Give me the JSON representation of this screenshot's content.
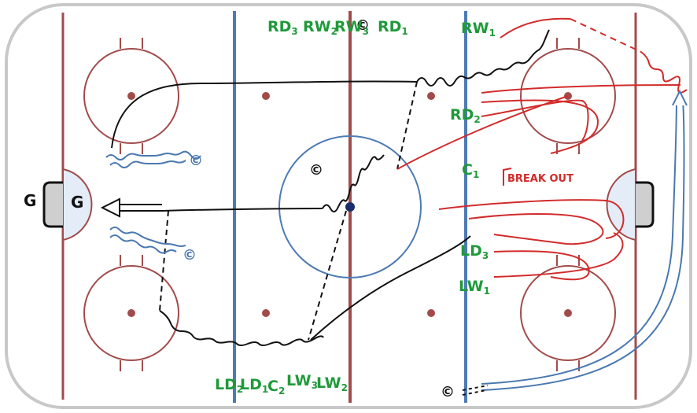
{
  "diagram": {
    "labels": {
      "rd3": {
        "base": "RD",
        "sub": "3"
      },
      "rw2": {
        "base": "RW",
        "sub": "2"
      },
      "rw3": {
        "base": "RW",
        "sub": "3"
      },
      "rd1": {
        "base": "RD",
        "sub": "1"
      },
      "rw1": {
        "base": "RW",
        "sub": "1"
      },
      "rd2": {
        "base": "RD",
        "sub": "2"
      },
      "c1": {
        "base": "C",
        "sub": "1"
      },
      "ld3": {
        "base": "LD",
        "sub": "3"
      },
      "lw1": {
        "base": "LW",
        "sub": "1"
      },
      "ld2": {
        "base": "LD",
        "sub": "2"
      },
      "ld1": {
        "base": "LD",
        "sub": "1"
      },
      "c2": {
        "base": "C",
        "sub": "2"
      },
      "lw3": {
        "base": "LW",
        "sub": "3"
      },
      "lw2": {
        "base": "LW",
        "sub": "2"
      }
    },
    "coach_symbol": "©",
    "goalie_left_outside": "G",
    "goalie_left_crease": "G",
    "breakout_label": "BREAK OUT",
    "colors": {
      "player_label": "#1f9a3a",
      "red_lines": "#d22b2b",
      "blue_lines": "#4a78b0",
      "rink_red": "#a24b4b",
      "rink_blue": "#4d7bb4",
      "path_black": "#111111",
      "pass_blue": "#4a78b0"
    }
  }
}
